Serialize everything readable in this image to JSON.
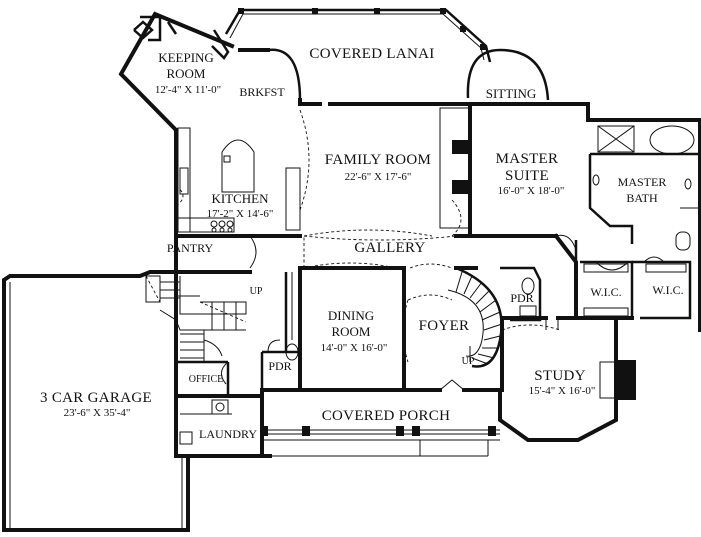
{
  "rooms": {
    "keeping_room": {
      "name_line1": "KEEPING",
      "name_line2": "ROOM",
      "dims": "12'-4\" X 11'-0\""
    },
    "brkfst": {
      "name": "BRKFST"
    },
    "covered_lanai": {
      "name": "COVERED LANAI"
    },
    "sitting": {
      "name": "SITTING"
    },
    "kitchen": {
      "name": "KITCHEN",
      "dims": "17'-2\" X 14'-6\""
    },
    "family_room": {
      "name": "FAMILY ROOM",
      "dims": "22'-6\" X 17'-6\""
    },
    "master_suite": {
      "name_line1": "MASTER",
      "name_line2": "SUITE",
      "dims": "16'-0\" X 18'-0\""
    },
    "master_bath": {
      "name_line1": "MASTER",
      "name_line2": "BATH"
    },
    "pantry": {
      "name": "PANTRY"
    },
    "gallery": {
      "name": "GALLERY"
    },
    "wic_1": {
      "name": "W.I.C."
    },
    "wic_2": {
      "name": "W.I.C."
    },
    "pdr_upper": {
      "name": "PDR"
    },
    "pdr_lower": {
      "name": "PDR"
    },
    "dining_room": {
      "name_line1": "DINING",
      "name_line2": "ROOM",
      "dims": "14'-0\" X 16'-0\""
    },
    "foyer": {
      "name": "FOYER"
    },
    "study": {
      "name": "STUDY",
      "dims": "15'-4\" X 16'-0\""
    },
    "garage": {
      "name": "3 CAR GARAGE",
      "dims": "23'-6\" X 35'-4\""
    },
    "office": {
      "name": "OFFICE"
    },
    "laundry": {
      "name": "LAUNDRY"
    },
    "covered_porch": {
      "name": "COVERED PORCH"
    }
  },
  "stairs": {
    "up_rear": "UP",
    "up_foyer": "UP"
  }
}
